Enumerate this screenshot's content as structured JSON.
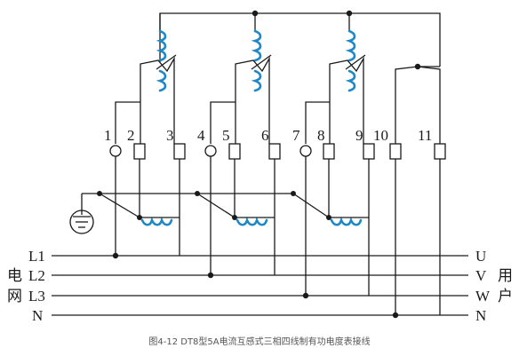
{
  "terminals": [
    "1",
    "2",
    "3",
    "4",
    "5",
    "6",
    "7",
    "8",
    "9",
    "10",
    "11"
  ],
  "lines_left": [
    "L1",
    "L2",
    "L3",
    "N"
  ],
  "lines_right": [
    "U",
    "V",
    "W",
    "N"
  ],
  "side_left": [
    "电",
    "网"
  ],
  "side_right": [
    "用",
    "户"
  ],
  "caption": "图4-12 DT8型5A电流互感式三相四线制有功电度表接线"
}
